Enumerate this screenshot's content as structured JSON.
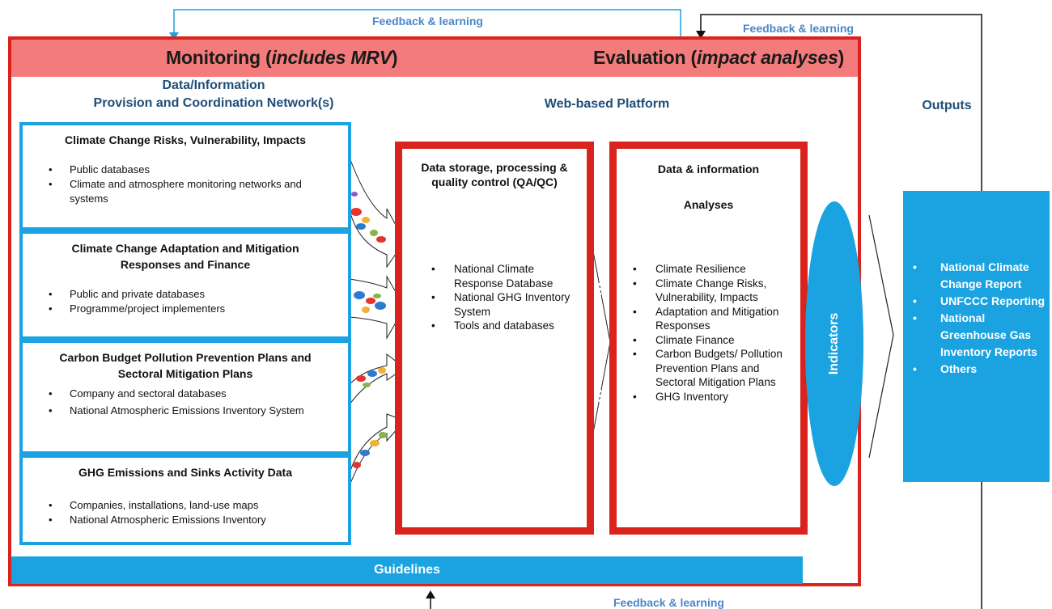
{
  "feedback": {
    "top_left": "Feedback & learning",
    "top_right": "Feedback & learning",
    "bottom": "Feedback & learning"
  },
  "band": {
    "monitoring_main": "Monitoring (",
    "monitoring_italic": "includes MRV",
    "monitoring_close": ")",
    "evaluation_main": "Evaluation (",
    "evaluation_italic": "impact analyses",
    "evaluation_close": ")"
  },
  "columns": {
    "data_line1": "Data/Information",
    "data_line2": "Provision and Coordination Network(s)",
    "platform": "Web-based Platform",
    "outputs": "Outputs"
  },
  "sources": [
    {
      "title": "Climate Change Risks, Vulnerability, Impacts",
      "items": [
        "Public databases",
        "Climate and atmosphere monitoring networks and systems"
      ]
    },
    {
      "title": "Climate Change Adaptation and Mitigation Responses and Finance",
      "items": [
        "Public and private databases",
        "Programme/project implementers"
      ]
    },
    {
      "title": "Carbon Budget Pollution Prevention Plans and Sectoral Mitigation Plans",
      "items": [
        "Company and sectoral databases",
        "National Atmospheric Emissions Inventory System"
      ]
    },
    {
      "title": "GHG Emissions and Sinks Activity Data",
      "items": [
        "Companies, installations, land-use maps",
        "National Atmospheric Emissions Inventory"
      ]
    }
  ],
  "storage": {
    "title": "Data storage, processing & quality control (QA/QC)",
    "items": [
      "National Climate Response Database",
      "National GHG Inventory System",
      "Tools and databases"
    ]
  },
  "analysis": {
    "title": "Data & information",
    "subtitle": "Analyses",
    "items": [
      "Climate Resilience",
      "Climate Change Risks, Vulnerability, Impacts",
      "Adaptation and Mitigation Responses",
      "Climate Finance",
      "Carbon Budgets/ Pollution Prevention Plans and Sectoral Mitigation Plans",
      "GHG Inventory"
    ]
  },
  "indicators": "Indicators",
  "outputs": [
    "National Climate Change Report",
    "UNFCCC Reporting",
    "National Greenhouse Gas Inventory Reports",
    "Others"
  ],
  "guidelines": "Guidelines",
  "colors": {
    "red": "#d9231c",
    "pink_band": "#f47b7b",
    "blue": "#1aa3e0",
    "navy_text": "#1f4e79",
    "feedback_text": "#4a86c8"
  }
}
